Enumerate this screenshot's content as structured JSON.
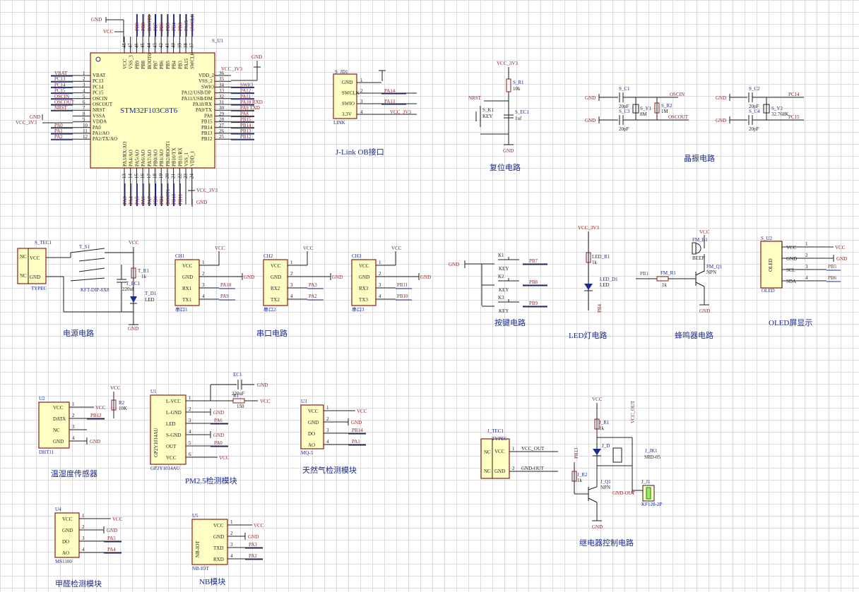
{
  "mcu": {
    "ref": "S_U1",
    "part": "STM32F103C8T6",
    "left_pins": [
      {
        "num": "1",
        "name": "VBAT",
        "net": "VBAT"
      },
      {
        "num": "2",
        "name": "PC13",
        "net": "PC13"
      },
      {
        "num": "3",
        "name": "PC14",
        "net": "PC14"
      },
      {
        "num": "4",
        "name": "PC15",
        "net": "PC15"
      },
      {
        "num": "5",
        "name": "OSCIN",
        "net": "OSCIN"
      },
      {
        "num": "6",
        "name": "OSCOUT",
        "net": "OSCOUT"
      },
      {
        "num": "7",
        "name": "NRST",
        "net": "NRST"
      },
      {
        "num": "8",
        "name": "VSSA",
        "net": "GND"
      },
      {
        "num": "9",
        "name": "VDDA",
        "net": "VCC_3V3"
      },
      {
        "num": "10",
        "name": "PA0",
        "net": "PA0"
      },
      {
        "num": "11",
        "name": "PA1/AO",
        "net": "PA1"
      },
      {
        "num": "12",
        "name": "PA2/TX/AO",
        "net": "PA2"
      }
    ],
    "right_pins": [
      {
        "num": "36",
        "name": "VDD_2",
        "net": "VCC_3V3"
      },
      {
        "num": "35",
        "name": "VSS_2",
        "net": ""
      },
      {
        "num": "34",
        "name": "SWIO",
        "net": "SWIO"
      },
      {
        "num": "33",
        "name": "PA12/USB/DP",
        "net": "PA12"
      },
      {
        "num": "32",
        "name": "PA11/USB/DM",
        "net": "PA11"
      },
      {
        "num": "31",
        "name": "PA10/RX",
        "net": "PA10_RXD"
      },
      {
        "num": "30",
        "name": "PA9/TX",
        "net": "PA9_TXD"
      },
      {
        "num": "29",
        "name": "PA8",
        "net": "PA8"
      },
      {
        "num": "28",
        "name": "PB15",
        "net": "PB15"
      },
      {
        "num": "27",
        "name": "PB14",
        "net": "PB14"
      },
      {
        "num": "26",
        "name": "PB13",
        "net": "PB13"
      },
      {
        "num": "25",
        "name": "PB12",
        "net": "PB12"
      }
    ],
    "top_pins": [
      {
        "num": "48",
        "name": "VCC",
        "net": "VCC"
      },
      {
        "num": "47",
        "name": "VSS_3",
        "net": "GND"
      },
      {
        "num": "46",
        "name": "PB9",
        "net": "PB9"
      },
      {
        "num": "45",
        "name": "PB8",
        "net": "PB8"
      },
      {
        "num": "44",
        "name": "BOOT0",
        "net": "BOOT0"
      },
      {
        "num": "43",
        "name": "PB7",
        "net": "PB7"
      },
      {
        "num": "42",
        "name": "PB6",
        "net": "PB6"
      },
      {
        "num": "41",
        "name": "PB5",
        "net": "PB5"
      },
      {
        "num": "40",
        "name": "PB4",
        "net": "PB4"
      },
      {
        "num": "39",
        "name": "PB3",
        "net": "PB3"
      },
      {
        "num": "38",
        "name": "PA15",
        "net": "PA15"
      },
      {
        "num": "37",
        "name": "SWCLK",
        "net": "SWCLK"
      }
    ],
    "bottom_pins": [
      {
        "num": "13",
        "name": "PA3/RX/AO",
        "net": "PA3"
      },
      {
        "num": "14",
        "name": "PA4/AO",
        "net": "PA4"
      },
      {
        "num": "15",
        "name": "PA5/AO",
        "net": "PA5"
      },
      {
        "num": "16",
        "name": "PA6/AO",
        "net": "PA6"
      },
      {
        "num": "17",
        "name": "PA7/AO",
        "net": "PA7"
      },
      {
        "num": "18",
        "name": "PB0/AO",
        "net": "PB0"
      },
      {
        "num": "19",
        "name": "PB1/AO",
        "net": "PB1"
      },
      {
        "num": "20",
        "name": "PB2/BOOT1",
        "net": "BOOT1"
      },
      {
        "num": "21",
        "name": "PB10/TX",
        "net": "PB10"
      },
      {
        "num": "22",
        "name": "PB11/RX",
        "net": "PB11"
      },
      {
        "num": "23",
        "name": "VSS_1",
        "net": "GND"
      },
      {
        "num": "24",
        "name": "VDD_1",
        "net": "VCC_3V3"
      }
    ]
  },
  "nets": {
    "gnd": "GND",
    "vcc": "VCC",
    "vcc3v3": "VCC_3V3",
    "gnd_out": "GND-OUT",
    "vcc_out": "VCC_OUT",
    "gnd_out2": "GND-OUT"
  },
  "jlink": {
    "ref": "S_JD1",
    "part": "LINK",
    "title": "J-Link OB接口",
    "pins": [
      {
        "num": "1",
        "name": "GND",
        "net": "GND"
      },
      {
        "num": "2",
        "name": "SWCLK",
        "net": "PA14"
      },
      {
        "num": "3",
        "name": "SWIO",
        "net": "PA13"
      },
      {
        "num": "4",
        "name": "3.3V",
        "net": "VCC_3V3"
      }
    ]
  },
  "reset": {
    "title": "复位电路",
    "res_ref": "S_R1",
    "res_val": "10k",
    "sw_ref": "S_K1",
    "sw_val": "KEY",
    "cap_ref": "S_EC1",
    "cap_val": "1uf",
    "net": "NRST"
  },
  "crystal": {
    "title": "晶振电路",
    "c1": "S_C1",
    "c1v": "20pF",
    "c3": "S_C3",
    "c3v": "20pF",
    "y1": "S_Y1",
    "y1v": "8M",
    "r2": "S_R2",
    "r2v": "1M",
    "c2": "S_C2",
    "c2v": "20pF",
    "c4": "S_C4",
    "c4v": "20pF",
    "y2": "S_Y2",
    "y2v": "32.768K",
    "oscin": "OSCIN",
    "oscout": "OSCOUT",
    "pc14": "PC14",
    "pc15": "PC15"
  },
  "power": {
    "title": "电源电路",
    "ref": "S_TEC1",
    "part": "TYPEC",
    "pin1": "VCC",
    "pin2": "GND",
    "nc": "NC",
    "sw_ref": "T_S1",
    "sw_val": "KFT-DIP-8X8",
    "cap_ref": "T_EC1",
    "cap_val": "220uf",
    "r_ref": "T_R1",
    "r_val": "1k",
    "led_ref": "T_D1",
    "led_val": "LED"
  },
  "uarts": {
    "title": "串口电路",
    "items": [
      {
        "ref": "CH1",
        "part": "串口1",
        "rx": "RX1",
        "tx": "TX1",
        "rx_net": "PA10",
        "tx_net": "PA9"
      },
      {
        "ref": "CH2",
        "part": "串口2",
        "rx": "RX2",
        "tx": "TX2",
        "rx_net": "PA3",
        "tx_net": "PA2"
      },
      {
        "ref": "CH3",
        "part": "串口3",
        "rx": "RX3",
        "tx": "TX3",
        "rx_net": "PB11",
        "tx_net": "PB10"
      }
    ]
  },
  "keys": {
    "title": "按键电路",
    "items": [
      {
        "ref": "K1",
        "val": "KEY",
        "net": "PB7"
      },
      {
        "ref": "K2",
        "val": "KEY",
        "net": "PB8"
      },
      {
        "ref": "K3",
        "val": "KEY",
        "net": "PB9"
      }
    ]
  },
  "led": {
    "title": "LED灯电路",
    "r_ref": "LED_R1",
    "r_val": "1k",
    "d_ref": "LED_D1",
    "d_val": "LED",
    "net": "PB4"
  },
  "buzzer": {
    "title": "蜂鸣器电路",
    "ref": "FM_B1",
    "val": "BEEP",
    "q_ref": "FM_Q1",
    "q_val": "NPN",
    "r_ref": "FM_R1",
    "r_val": "1k",
    "net": "PB1"
  },
  "oled": {
    "title": "OLED屏显示",
    "ref": "S_U2",
    "part": "OLED",
    "pins": [
      {
        "num": "1",
        "name": "VCC",
        "net": "VCC"
      },
      {
        "num": "2",
        "name": "GND",
        "net": "GND"
      },
      {
        "num": "3",
        "name": "SCL",
        "net": "PB5"
      },
      {
        "num": "4",
        "name": "SDA",
        "net": "PB6"
      }
    ]
  },
  "dht": {
    "title": "温湿度传感器",
    "ref": "U2",
    "part": "DHT11",
    "r_ref": "R2",
    "r_val": "10K",
    "pins": [
      {
        "num": "1",
        "name": "VCC",
        "net": "VCC"
      },
      {
        "num": "2",
        "name": "DATA",
        "net": "PB12"
      },
      {
        "num": "3",
        "name": "NC",
        "net": ""
      },
      {
        "num": "4",
        "name": "GND",
        "net": "GND"
      }
    ]
  },
  "pm25": {
    "title": "PM2.5检测模块",
    "ref": "U1",
    "part": "GP2Y1014AU",
    "cap_ref": "EC1",
    "cap_val": "220uF",
    "r_ref": "R1",
    "r_val": "150",
    "pins": [
      {
        "num": "1",
        "name": "L-VCC",
        "net": ""
      },
      {
        "num": "2",
        "name": "L-GND",
        "net": "GND"
      },
      {
        "num": "3",
        "name": "LED",
        "net": "PA6"
      },
      {
        "num": "4",
        "name": "S-GND",
        "net": "GND"
      },
      {
        "num": "5",
        "name": "OUT",
        "net": "PA0"
      },
      {
        "num": "6",
        "name": "VCC",
        "net": "VCC"
      }
    ]
  },
  "mq5": {
    "title": "天然气检测模块",
    "ref": "U3",
    "part": "MQ-5",
    "pins": [
      {
        "num": "1",
        "name": "VCC",
        "net": "VCC"
      },
      {
        "num": "2",
        "name": "GND",
        "net": "GND"
      },
      {
        "num": "3",
        "name": "DO",
        "net": "PB14"
      },
      {
        "num": "4",
        "name": "AO",
        "net": "PA1"
      }
    ]
  },
  "ms1100": {
    "title": "甲醛检测模块",
    "ref": "U4",
    "part": "MS1100",
    "pins": [
      {
        "num": "1",
        "name": "VCC",
        "net": "VCC"
      },
      {
        "num": "2",
        "name": "GND",
        "net": "GND"
      },
      {
        "num": "3",
        "name": "DO",
        "net": "PA5"
      },
      {
        "num": "4",
        "name": "AO",
        "net": "PA4"
      }
    ]
  },
  "nbiot": {
    "title": "NB模块",
    "ref": "U5",
    "part": "NB-IOT",
    "pins": [
      {
        "num": "1",
        "name": "VCC",
        "net": "VCC"
      },
      {
        "num": "2",
        "name": "GND",
        "net": "GND"
      },
      {
        "num": "3",
        "name": "TXD",
        "net": "PA3"
      },
      {
        "num": "4",
        "name": "RXD",
        "net": "PA2"
      }
    ]
  },
  "relay": {
    "title": "继电器控制电路",
    "tec_ref": "J_TEC1",
    "tec_part": "TYPEC",
    "r1": "J_R1",
    "r1v": "1k",
    "d": "J_D",
    "q": "J_Q1",
    "qv": "NPN",
    "r2": "J_R2",
    "r2v": "1k",
    "jk": "J_JK1",
    "jkv": "SRD-05",
    "j1": "J_J1",
    "j1v": "KF128-2P",
    "net": "PB13",
    "vcc_out": "VCC_OUT",
    "gnd_out": "GND-OUT"
  }
}
